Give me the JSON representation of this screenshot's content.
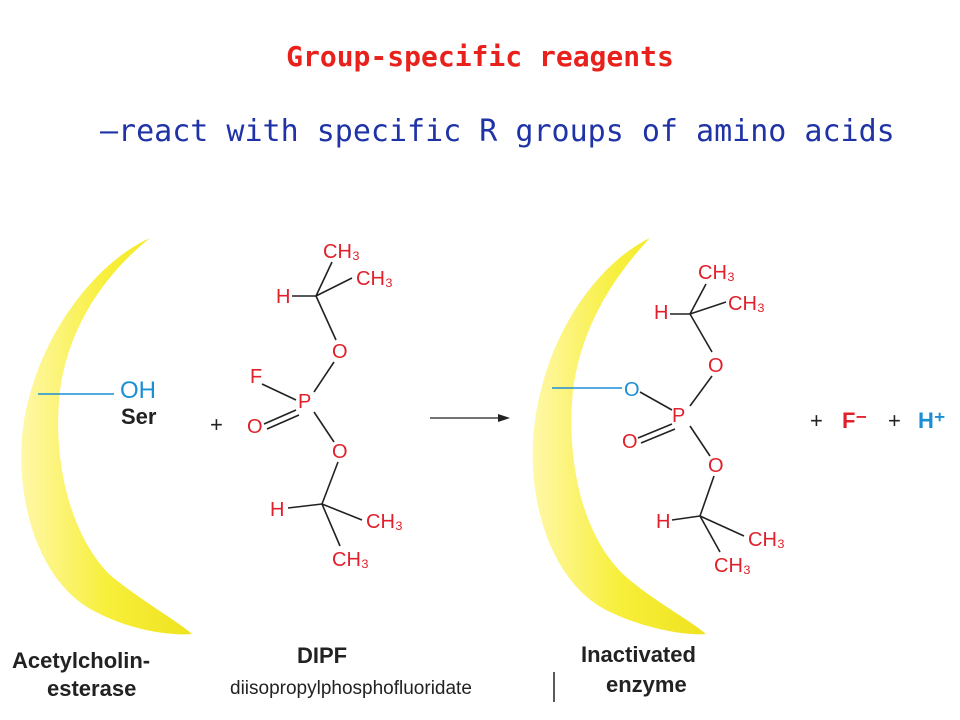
{
  "header": {
    "title": "Group-specific reagents",
    "subtitle": "–react with specific R groups of amino acids"
  },
  "reactant_enzyme": {
    "oh": "OH",
    "ser": "Ser",
    "caption_line1": "Acetylcholin-",
    "caption_line2": "esterase"
  },
  "reagent": {
    "ch3_top1": "CH₃",
    "ch3_top2": "CH₃",
    "h_top": "H",
    "o_top": "O",
    "f": "F",
    "p": "P",
    "o_double": "O",
    "o_bottom": "O",
    "h_bottom": "H",
    "ch3_bot1": "CH₃",
    "ch3_bot2": "CH₃",
    "name": "DIPF",
    "full_name": "diisopropylphosphofluoridate"
  },
  "product": {
    "ch3_top1": "CH₃",
    "ch3_top2": "CH₃",
    "h_top": "H",
    "o_top": "O",
    "o_ser": "O",
    "p": "P",
    "o_double": "O",
    "o_bottom": "O",
    "h_bottom": "H",
    "ch3_bot1": "CH₃",
    "ch3_bot2": "CH₃",
    "caption_line1": "Inactivated",
    "caption_line2": "enzyme"
  },
  "byproducts": {
    "plus1": "+",
    "f_minus": "F⁻",
    "plus2": "+",
    "h_plus": "H⁺"
  },
  "operators": {
    "plus": "+"
  },
  "colors": {
    "title": "#e8211c",
    "subtitle": "#1f33a6",
    "enzyme": "#f7ef3a",
    "atom_red": "#e0202b",
    "atom_blue": "#1b8fd6",
    "text_dark": "#222222"
  }
}
